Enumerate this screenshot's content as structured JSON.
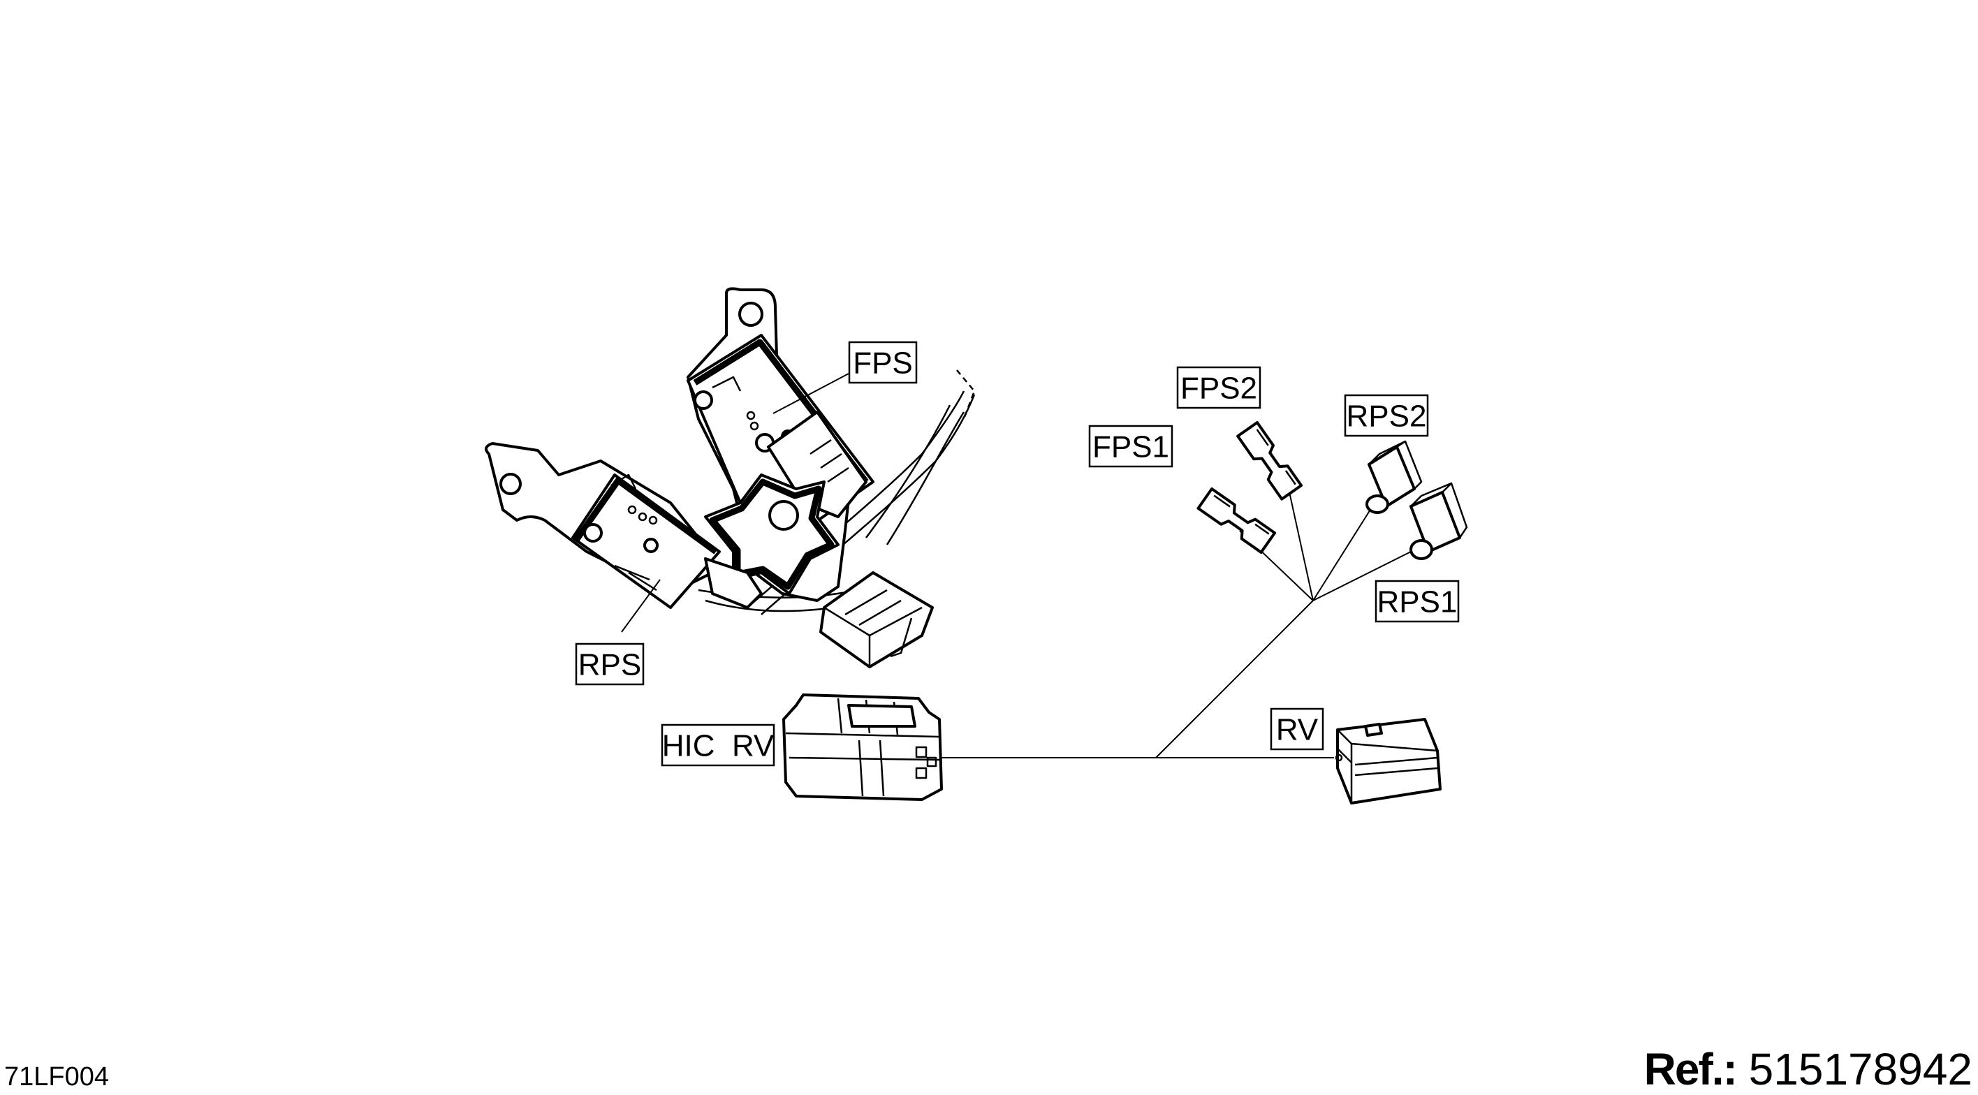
{
  "labels": {
    "fps": "FPS",
    "rps": "RPS",
    "fps1": "FPS1",
    "fps2": "FPS2",
    "rps1": "RPS1",
    "rps2": "RPS2",
    "hic_rv": "HIC  RV",
    "rv": "RV"
  },
  "footer": {
    "drawing_code": "71LF004",
    "ref_prefix": "Ref.:",
    "ref_number": "515178942"
  }
}
